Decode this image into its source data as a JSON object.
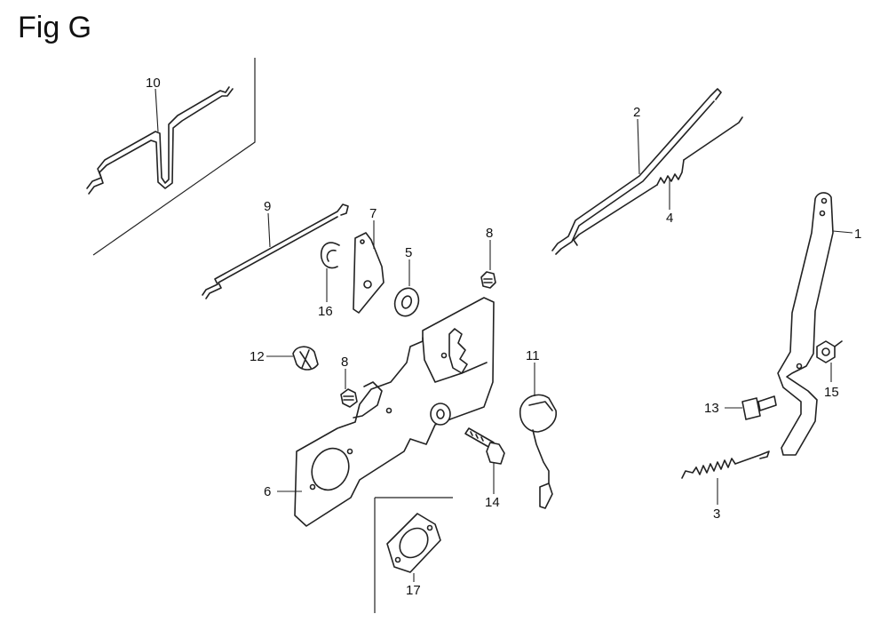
{
  "figure": {
    "title": "Fig G"
  },
  "callouts": {
    "c1": "1",
    "c2": "2",
    "c3": "3",
    "c4": "4",
    "c5": "5",
    "c6": "6",
    "c7": "7",
    "c8a": "8",
    "c8b": "8",
    "c9": "9",
    "c10": "10",
    "c11": "11",
    "c12": "12",
    "c13": "13",
    "c14": "14",
    "c15": "15",
    "c16": "16",
    "c17": "17"
  }
}
